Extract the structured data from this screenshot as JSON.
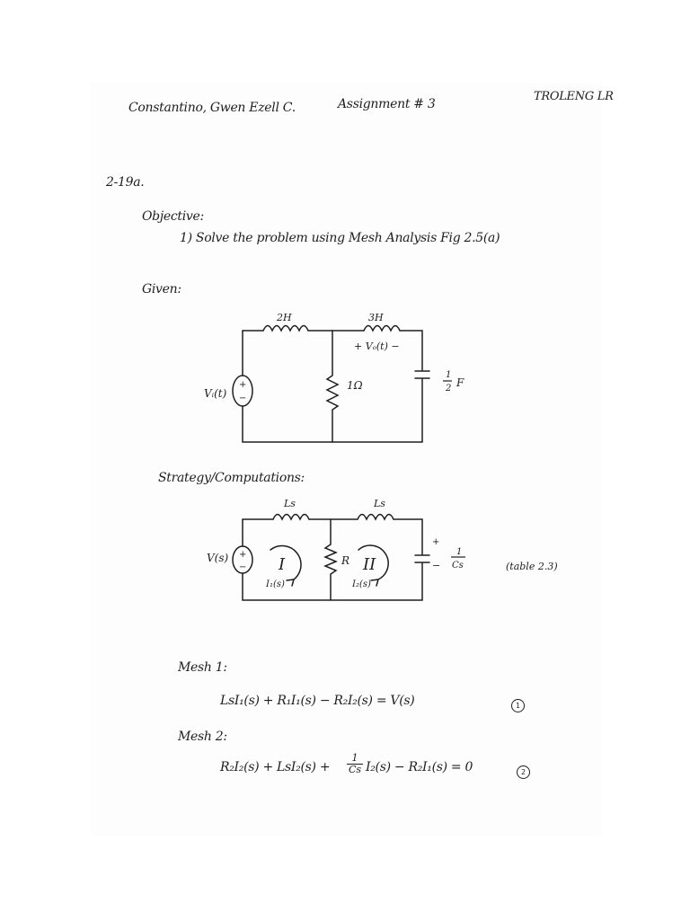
{
  "header": {
    "name": "Constantino, Gwen Ezell C.",
    "assignment": "Assignment # 3",
    "corner": "TROLENG LR"
  },
  "problem": {
    "number": "2-19a."
  },
  "objective": {
    "heading": "Objective:",
    "item": "1) Solve the problem using Mesh Analysis Fig 2.5(a)"
  },
  "given": {
    "heading": "Given:",
    "circuit": {
      "inductor1": "2H",
      "inductor2": "3H",
      "output_voltage": "+ Vₒ(t) −",
      "source": "Vᵢ(t)",
      "resistor": "1Ω",
      "capacitor_num": "1",
      "capacitor_den": "2",
      "capacitor_unit": "F"
    }
  },
  "strategy": {
    "heading": "Strategy/Computations:",
    "circuit": {
      "inductor1": "Ls",
      "inductor2": "Ls",
      "source": "V(s)",
      "mesh1": "I",
      "mesh2": "II",
      "resistor": "R",
      "current1": "I₁(s)",
      "current2": "I₂(s)",
      "cap_plus": "+",
      "cap_minus": "−",
      "cap_num": "1",
      "cap_den": "Cs",
      "note": "(table 2.3)"
    }
  },
  "mesh1": {
    "heading": "Mesh 1:",
    "equation": "LsI₁(s) + R₁I₁(s) − R₂I₂(s) = V(s)",
    "marker": "1"
  },
  "mesh2": {
    "heading": "Mesh 2:",
    "equation_a": "R₂I₂(s) + LsI₂(s) +",
    "frac_num": "1",
    "frac_den": "Cs",
    "equation_b": "I₂(s) − R₂I₁(s) = 0",
    "marker": "2"
  }
}
